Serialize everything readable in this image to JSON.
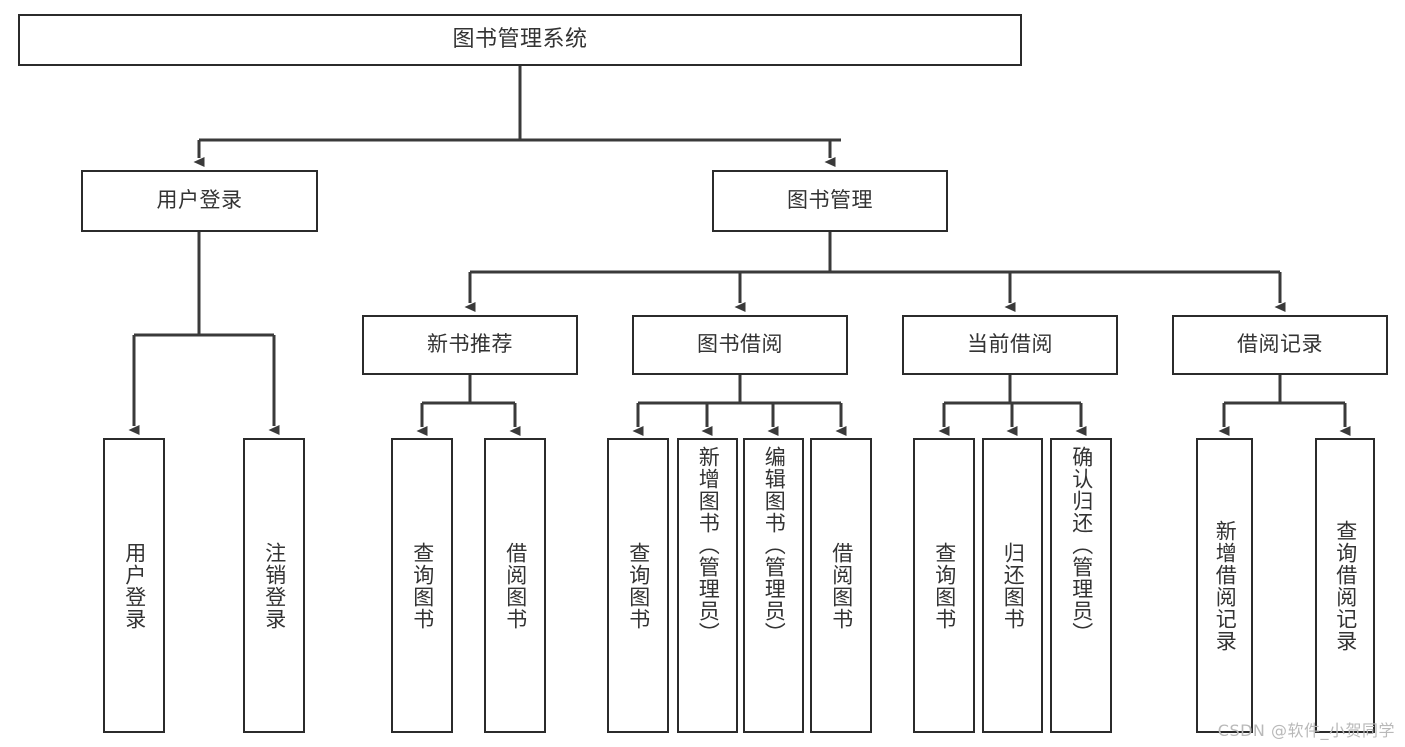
{
  "diagram": {
    "title": "图书管理系统",
    "watermark": "CSDN @软件_小贺同学",
    "colors": {
      "box_border": "#2b2b2b",
      "edge": "#3a3a3a",
      "text": "#333333",
      "background": "#ffffff",
      "watermark": "#b9b9b9"
    },
    "root": {
      "label": "图书管理系统"
    },
    "level2": [
      {
        "label": "用户登录"
      },
      {
        "label": "图书管理"
      }
    ],
    "level3": [
      {
        "label": "新书推荐"
      },
      {
        "label": "图书借阅"
      },
      {
        "label": "当前借阅"
      },
      {
        "label": "借阅记录"
      }
    ],
    "leaves": {
      "user_login": [
        {
          "label": "用户登录"
        },
        {
          "label": "注销登录"
        }
      ],
      "new_book_recommend": [
        {
          "label": "查询图书"
        },
        {
          "label": "借阅图书"
        }
      ],
      "book_borrow": [
        {
          "label": "查询图书"
        },
        {
          "label": "新增图书（管理员）"
        },
        {
          "label": "编辑图书（管理员）"
        },
        {
          "label": "借阅图书"
        }
      ],
      "current_borrow": [
        {
          "label": "查询图书"
        },
        {
          "label": "归还图书"
        },
        {
          "label": "确认归还（管理员）"
        }
      ],
      "borrow_record": [
        {
          "label": "新增借阅记录"
        },
        {
          "label": "查询借阅记录"
        }
      ]
    }
  }
}
